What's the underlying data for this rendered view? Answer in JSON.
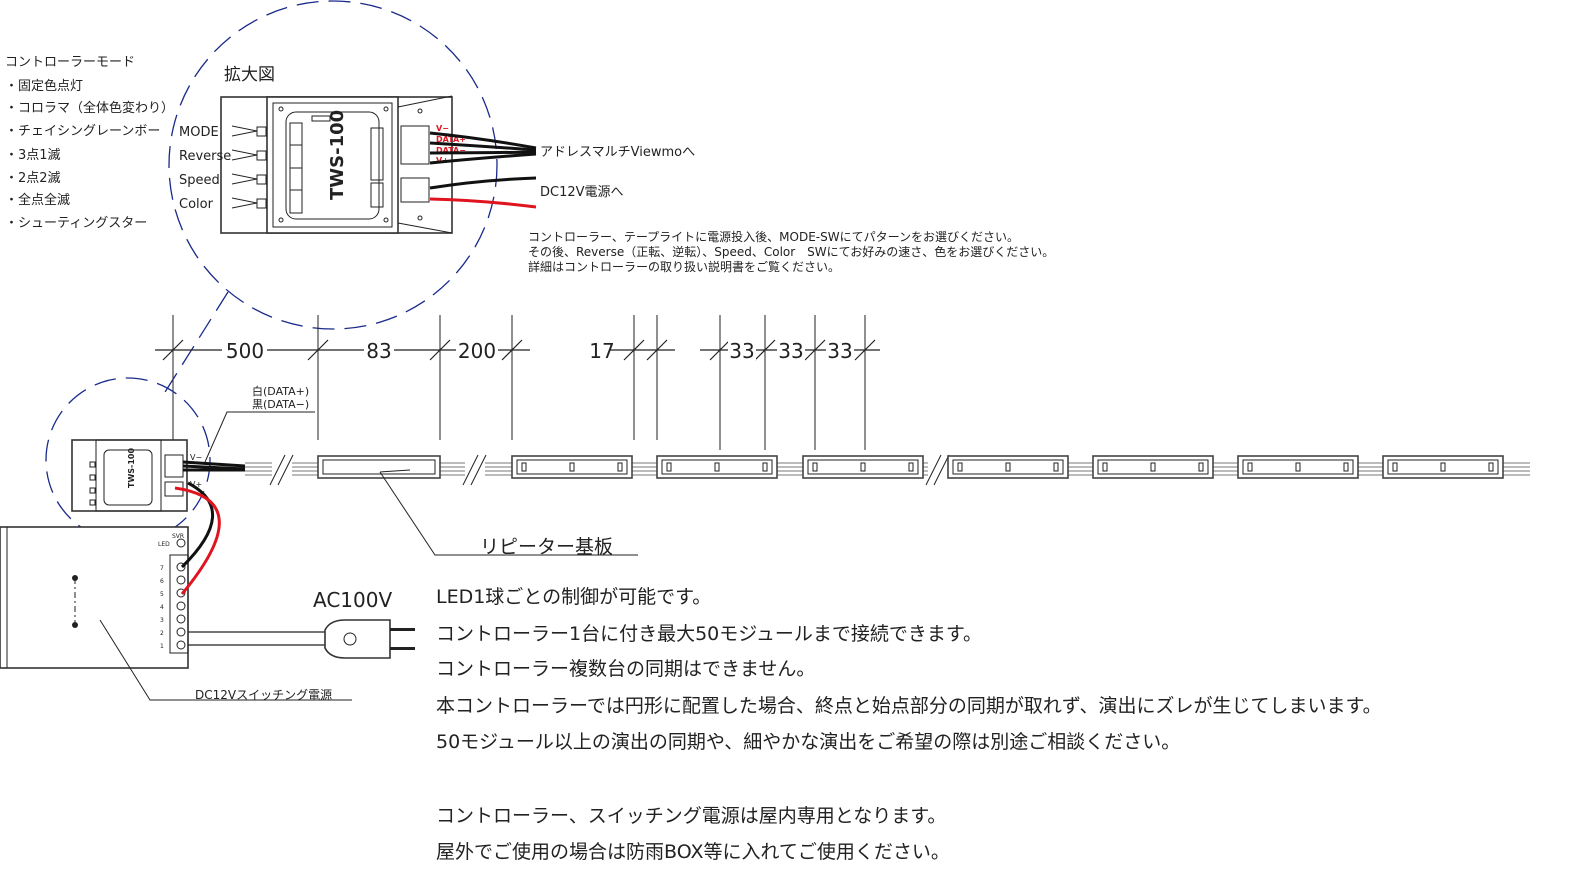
{
  "mode_list": {
    "title": "コントローラーモード",
    "items": [
      "・固定色点灯",
      "・コロラマ（全体色変わり）",
      "・チェイシングレーンボー",
      "・3点1滅",
      "・2点2滅",
      "・全点全滅",
      "・シューティングスター"
    ]
  },
  "enlarged": {
    "title": "拡大図",
    "model": "TWS-100",
    "buttons": [
      "MODE",
      "Reverse",
      "Speed",
      "Color"
    ],
    "output_terminals": [
      "V−",
      "DATA+",
      "DATA−",
      "V+"
    ],
    "to_viewmo": "アドレスマルチViewmoへ",
    "to_power": "DC12V電源へ"
  },
  "instructions": [
    "コントローラー、テープライトに電源投入後、MODE-SWにてパターンをお選びください。",
    "その後、Reverse（正転、逆転）、Speed、Color　SWにてお好みの速さ、色をお選びください。",
    "詳細はコントローラーの取り扱い説明書をご覧ください。"
  ],
  "dimensions": [
    "500",
    "83",
    "200",
    "17",
    "33",
    "33",
    "33"
  ],
  "wire_labels": [
    "白(DATA+)",
    "黒(DATA−)"
  ],
  "small_controller": {
    "model": "TWS-100",
    "v_minus": "V−",
    "v_plus": "V+"
  },
  "power_supply": {
    "label": "DC12Vスイッチング電源",
    "terminals": [
      "7",
      "6",
      "5",
      "4",
      "3",
      "2",
      "1"
    ],
    "led": "LED",
    "svr": "SVR"
  },
  "ac_label": "AC100V",
  "repeater_label": "リピーター基板",
  "notes": [
    "LED1球ごとの制御が可能です。",
    "コントローラー1台に付き最大50モジュールまで接続できます。",
    "コントローラー複数台の同期はできません。",
    "本コントローラーでは円形に配置した場合、終点と始点部分の同期が取れず、演出にズレが生じてしまいます。",
    "50モジュール以上の演出の同期や、細やかな演出をご希望の際は別途ご相談ください。",
    "コントローラー、スイッチング電源は屋内専用となります。",
    "屋外でご使用の場合は防雨BOX等に入れてご使用ください。"
  ],
  "colors": {
    "power_wire": "#e0141e",
    "signal_wire": "#111111",
    "dashed_circle": "#1a2a8a"
  }
}
